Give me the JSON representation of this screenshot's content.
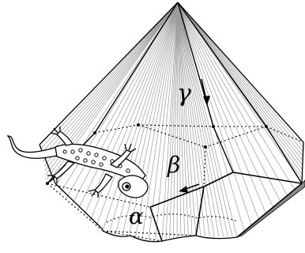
{
  "labels": {
    "gamma": "γ",
    "beta": "β",
    "alpha": "α"
  },
  "colors": {
    "ink": "#000000",
    "rule_line": "#9a9a9a",
    "shaded_rim": "#8a8a8a",
    "lizard_fill": "#ffffff"
  },
  "icons": {
    "creature": "lizard-illustration"
  }
}
